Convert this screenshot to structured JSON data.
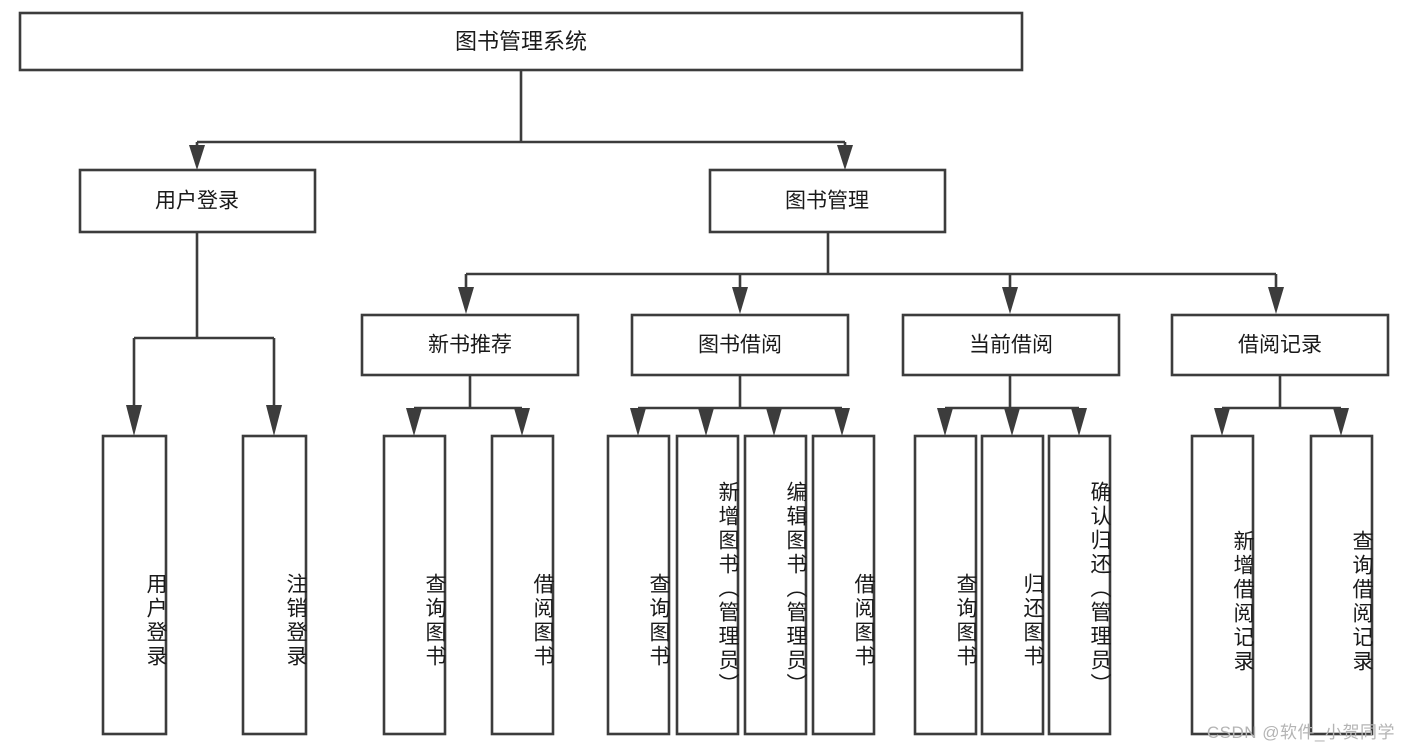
{
  "diagram": {
    "title": "图书管理系统",
    "watermark": "CSDN @软件_小贺同学",
    "colors": {
      "stroke": "#3c3c3c",
      "box_fill": "#ffffff",
      "text": "#1a1a1a",
      "watermark": "#b4b4b4",
      "background": "#ffffff"
    },
    "root": {
      "label": "图书管理系统"
    },
    "level2": [
      {
        "label": "用户登录"
      },
      {
        "label": "图书管理"
      }
    ],
    "level3": [
      {
        "label": "新书推荐"
      },
      {
        "label": "图书借阅"
      },
      {
        "label": "当前借阅"
      },
      {
        "label": "借阅记录"
      }
    ],
    "leaves": {
      "user_login": [
        {
          "label": "用户登录"
        },
        {
          "label": "注销登录"
        }
      ],
      "new_book_recommend": [
        {
          "label": "查询图书"
        },
        {
          "label": "借阅图书"
        }
      ],
      "book_borrow": [
        {
          "label": "查询图书"
        },
        {
          "label": "新增图书（管理员）"
        },
        {
          "label": "编辑图书（管理员）"
        },
        {
          "label": "借阅图书"
        }
      ],
      "current_borrow": [
        {
          "label": "查询图书"
        },
        {
          "label": "归还图书"
        },
        {
          "label": "确认归还（管理员）"
        }
      ],
      "borrow_records": [
        {
          "label": "新增借阅记录"
        },
        {
          "label": "查询借阅记录"
        }
      ]
    }
  }
}
